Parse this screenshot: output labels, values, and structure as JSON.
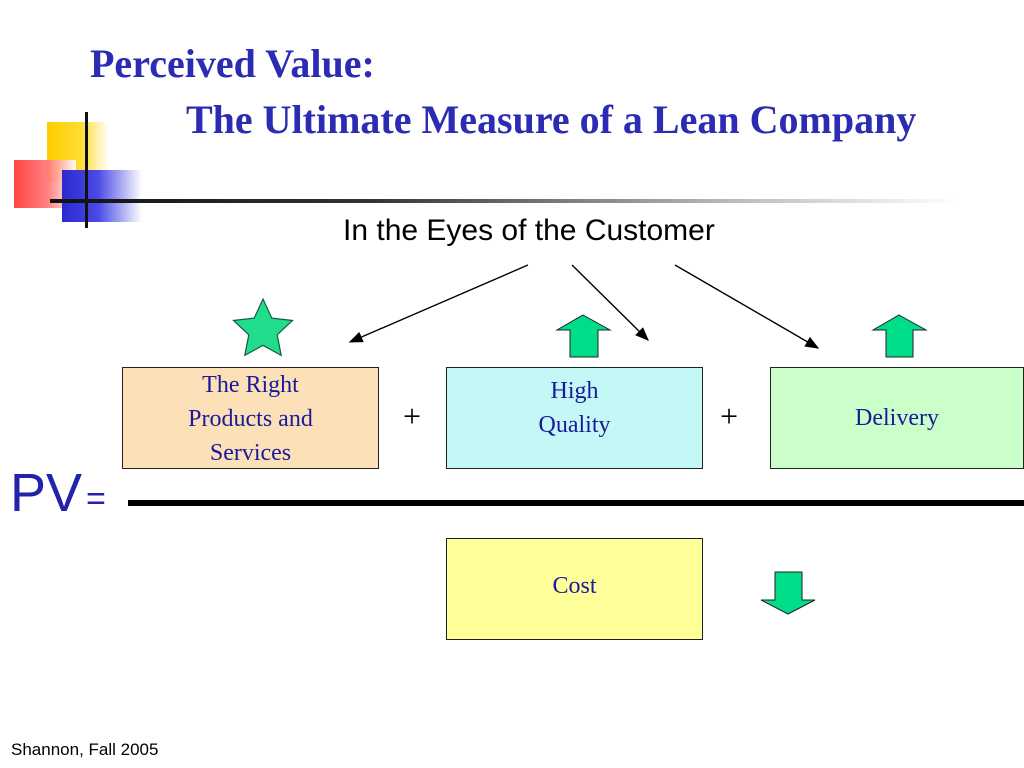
{
  "slide": {
    "title_line1": "Perceived Value:",
    "title_line2": "The Ultimate Measure of a Lean Company",
    "subtitle": "In the Eyes of the Customer",
    "footer": "Shannon, Fall 2005"
  },
  "formula": {
    "pv_label": "PV",
    "equals": "=",
    "plus_1": "+",
    "plus_2": "+"
  },
  "boxes": {
    "products": "The Right\nProducts and\nServices",
    "quality": "High\nQuality",
    "delivery": "Delivery",
    "cost": "Cost"
  },
  "icons": {
    "star": "star-icon",
    "quality_arrow": "arrow-up-icon",
    "delivery_arrow": "arrow-up-icon",
    "cost_arrow": "arrow-down-icon"
  },
  "colors": {
    "title": "#2b2bb3",
    "products_fill": "#fce0b8",
    "quality_fill": "#c3f8f6",
    "delivery_fill": "#caffca",
    "cost_fill": "#ffff99",
    "icon_fill": "#00dd88"
  }
}
